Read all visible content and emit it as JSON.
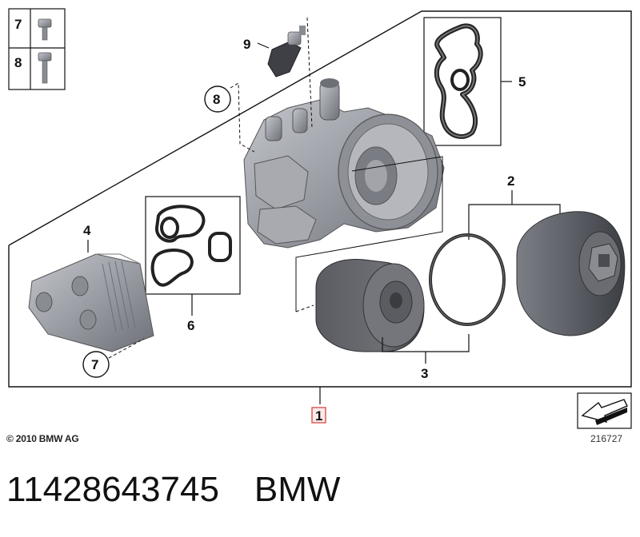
{
  "legend": [
    {
      "number": "7",
      "icon": "bolt-short-icon"
    },
    {
      "number": "8",
      "icon": "bolt-long-icon"
    }
  ],
  "callouts": {
    "main_part": "1",
    "cap": "2",
    "filter_set": "3",
    "oil_cooler": "4",
    "housing_gasket": "5",
    "cooler_gaskets": "6",
    "bolt_cooler": "7",
    "bolt_housing": "8",
    "pressure_switch": "9"
  },
  "copyright": "© 2010 BMW AG",
  "diagram_number": "216727",
  "part_number": "11428643745",
  "brand": "BMW",
  "colors": {
    "line": "#111111",
    "part_fill": "#9a9ca4",
    "part_dark": "#5f6168",
    "highlight_box": "#d9534f"
  }
}
